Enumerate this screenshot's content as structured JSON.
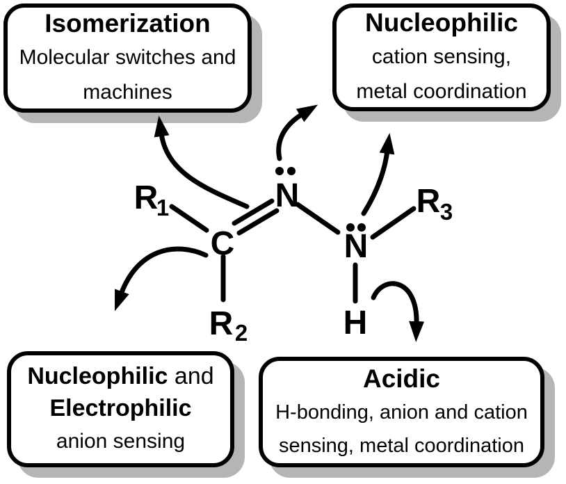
{
  "canvas": {
    "background": "#ffffff",
    "ink": "#000000",
    "shadow": "#b5b5b5"
  },
  "boxes": {
    "isomerization": {
      "title": "Isomerization",
      "lines": [
        "Molecular switches and",
        "machines"
      ]
    },
    "nucleophilic": {
      "title": "Nucleophilic",
      "lines": [
        "cation sensing,",
        "metal coordination"
      ]
    },
    "nucleophilic_electrophilic": {
      "title_bold_1": "Nucleophilic",
      "title_regular": " and",
      "title_bold_2": "Electrophilic",
      "lines": [
        "anion sensing"
      ]
    },
    "acidic": {
      "title": "Acidic",
      "lines": [
        "H-bonding, anion and cation",
        "sensing, metal coordination"
      ]
    }
  },
  "molecule": {
    "name": "hydrazone core structure",
    "atoms": {
      "r1": {
        "symbol": "R",
        "subscript": "1"
      },
      "r2": {
        "symbol": "R",
        "subscript": "2"
      },
      "r3": {
        "symbol": "R",
        "subscript": "3"
      },
      "c": {
        "symbol": "C"
      },
      "n_imine": {
        "symbol": "N"
      },
      "n_amine": {
        "symbol": "N"
      },
      "h": {
        "symbol": "H"
      }
    },
    "arrows": [
      {
        "from": "C=N bond",
        "to": "Isomerization box"
      },
      {
        "from": "imine N lone pair",
        "to": "Nucleophilic box"
      },
      {
        "from": "amine N lone pair",
        "to": "Nucleophilic box"
      },
      {
        "from": "C atom",
        "to": "Nucleophilic and Electrophilic box"
      },
      {
        "from": "N-H proton",
        "to": "Acidic box"
      }
    ]
  }
}
